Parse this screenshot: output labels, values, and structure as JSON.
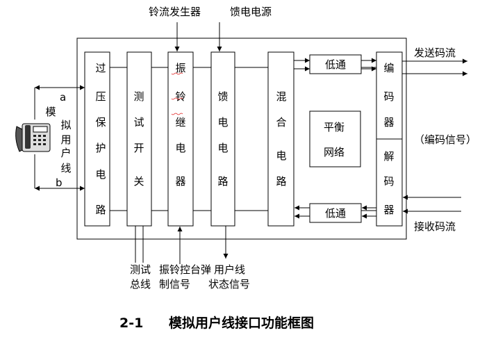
{
  "inputs": {
    "ring_generator": "铃流发生器",
    "feed_power": "馈电电源"
  },
  "outputs": {
    "send_stream": "发送码流",
    "receive_stream": "接收码流",
    "coded_signal": "（编码信号）"
  },
  "line_labels": {
    "a": "a",
    "b": "b"
  },
  "phone_label": [
    "模",
    "拟",
    "用",
    "户",
    "线"
  ],
  "blocks": {
    "overvoltage": [
      "过",
      "压",
      "保",
      "护",
      "电",
      "路"
    ],
    "test_switch": [
      "测",
      "试",
      "开",
      "关"
    ],
    "ring_relay": [
      "振",
      "铃",
      "继",
      "电",
      "器"
    ],
    "feed_circuit": [
      "馈",
      "电",
      "电",
      "路"
    ],
    "hybrid": [
      "混",
      "合",
      "电",
      "路"
    ],
    "lowpass_top": "低通",
    "lowpass_bottom": "低通",
    "balance_line1": "平衡",
    "balance_line2": "网络",
    "encoder": [
      "编",
      "码",
      "器"
    ],
    "decoder": [
      "解",
      "码",
      "器"
    ]
  },
  "bottom_labels": {
    "test_bus": [
      "测试",
      "总线"
    ],
    "ring_control": [
      "振铃控",
      "制信号"
    ],
    "ring_control_tail": "台弹",
    "user_state": [
      "用户线",
      "状态信号"
    ]
  },
  "caption": {
    "number": "2-1",
    "title": "模拟用户线接口功能框图"
  }
}
